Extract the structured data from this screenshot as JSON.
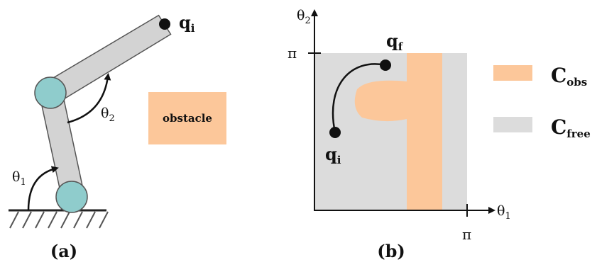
{
  "panel_a": {
    "caption": "(a)",
    "theta1_base": "θ",
    "theta1_sub": "1",
    "theta2_base": "θ",
    "theta2_sub": "2",
    "qi_base": "q",
    "qi_sub": "i",
    "obstacle_label": "obstacle"
  },
  "panel_b": {
    "caption": "(b)",
    "y_axis_base": "θ",
    "y_axis_sub": "2",
    "x_axis_base": "θ",
    "x_axis_sub": "1",
    "y_pi": "π",
    "x_pi": "π",
    "qf_base": "q",
    "qf_sub": "f",
    "qi_base": "q",
    "qi_sub": "i",
    "legend": [
      {
        "base": "C",
        "sub": "obs",
        "color": "#fcc79a"
      },
      {
        "base": "C",
        "sub": "free",
        "color": "#dcdcdc"
      }
    ]
  },
  "colors": {
    "link": "#d3d3d3",
    "joint": "#8fcccc",
    "obstacle": "#fcc79a",
    "free": "#dcdcdc"
  }
}
